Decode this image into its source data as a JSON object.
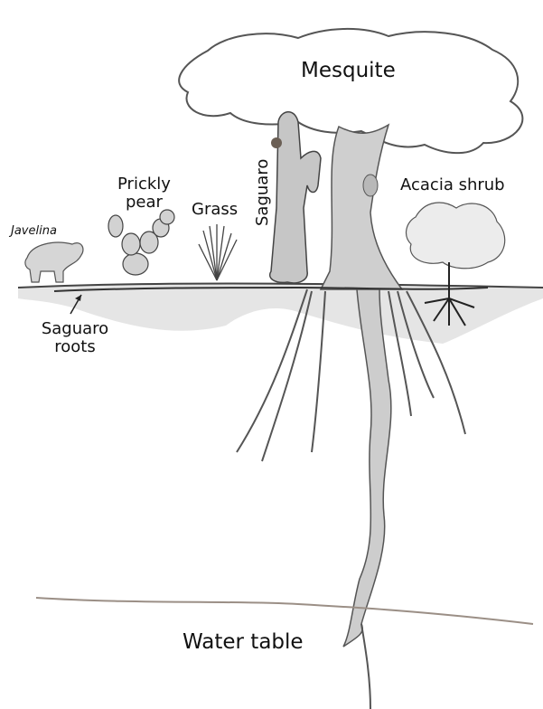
{
  "labels": {
    "mesquite": "Mesquite",
    "prickly_pear": [
      "Prickly",
      "pear"
    ],
    "grass": "Grass",
    "saguaro": "Saguaro",
    "acacia": "Acacia shrub",
    "javelina": "Javelina",
    "saguaro_roots": [
      "Saguaro",
      "roots"
    ],
    "water_table": "Water table"
  },
  "colors": {
    "soil": "#dcdcdc",
    "trunk": "#cfcfcf",
    "ink": "#333333",
    "water_line": "#9b8f86"
  }
}
